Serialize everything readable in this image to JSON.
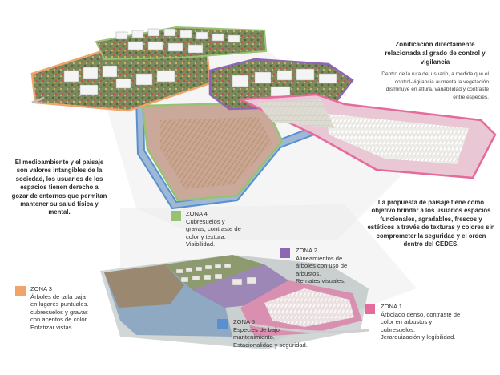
{
  "heading": {
    "title": "Zonificación directamente relacionada al grado de control y vigilancia",
    "body": "Dentro de la ruta del usuario, a medida que el control-vigilancia aumenta la vegetación disminuye en altura, variabilidad y contraste entre especies."
  },
  "left_statement": "El medioambiente y el paisaje son valores intangibles de la sociedad, los usuarios de los espacios tienen derecho a gozar de entornos que permitan mantener su salud física y mental.",
  "right_statement": "La propuesta de paisaje tiene como objetivo brindar a los usuarios espacios funcionales, agradables, frescos y estéticos a través de texturas y colores sin comprometer la seguridad y el orden dentro del CEDES.",
  "colors": {
    "zona1": "#e76a9c",
    "zona2": "#8d66b4",
    "zona3": "#f0a46a",
    "zona4": "#96c373",
    "zona5": "#5b8fcf"
  },
  "zones": {
    "zona1": {
      "name": "ZONA 1",
      "lines": [
        "Árbolado denso, contraste de",
        "color en arbustos y",
        "cubresuelos.",
        "Jerarquización y legibilidad."
      ]
    },
    "zona2": {
      "name": "ZONA 2",
      "lines": [
        "Alineamientos de",
        "árboles con uso de",
        "arbustos.",
        "Remates visuales."
      ]
    },
    "zona3": {
      "name": "ZONA 3",
      "lines": [
        "Árboles de talla baja",
        "en lugares puntuales.",
        "cubresuelos y gravas",
        "con acentos de color.",
        "Enfatizar vistas."
      ]
    },
    "zona4": {
      "name": "ZONA 4",
      "lines": [
        "Cubresuelos y",
        "gravas, contraste de",
        "color y textura.",
        "Visibilidad."
      ]
    },
    "zona5": {
      "name": "ZONA 5",
      "lines": [
        "Especies de bajo",
        "mantenimiento.",
        "Estacionalidad y seguridad."
      ]
    }
  }
}
